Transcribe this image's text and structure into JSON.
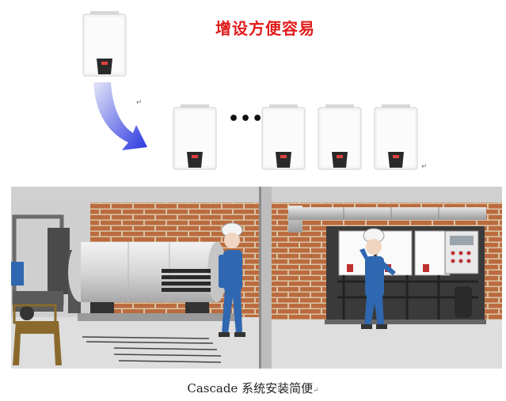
{
  "headline": "增设方便容易",
  "ellipsis": "•••",
  "caption": "Cascade 系统安装简便",
  "return_mark": "↵",
  "colors": {
    "headline": "#e11a1a",
    "arrow_start": "#c8ccf0",
    "arrow_end": "#2a36e0",
    "brick": "#b9693c",
    "mortar": "#d8c4a8",
    "worker_uniform": "#2f67b0"
  },
  "icons": [
    "water-heater-icon",
    "curved-arrow-icon",
    "worker-figure",
    "boiler-tank",
    "cascade-rack"
  ]
}
